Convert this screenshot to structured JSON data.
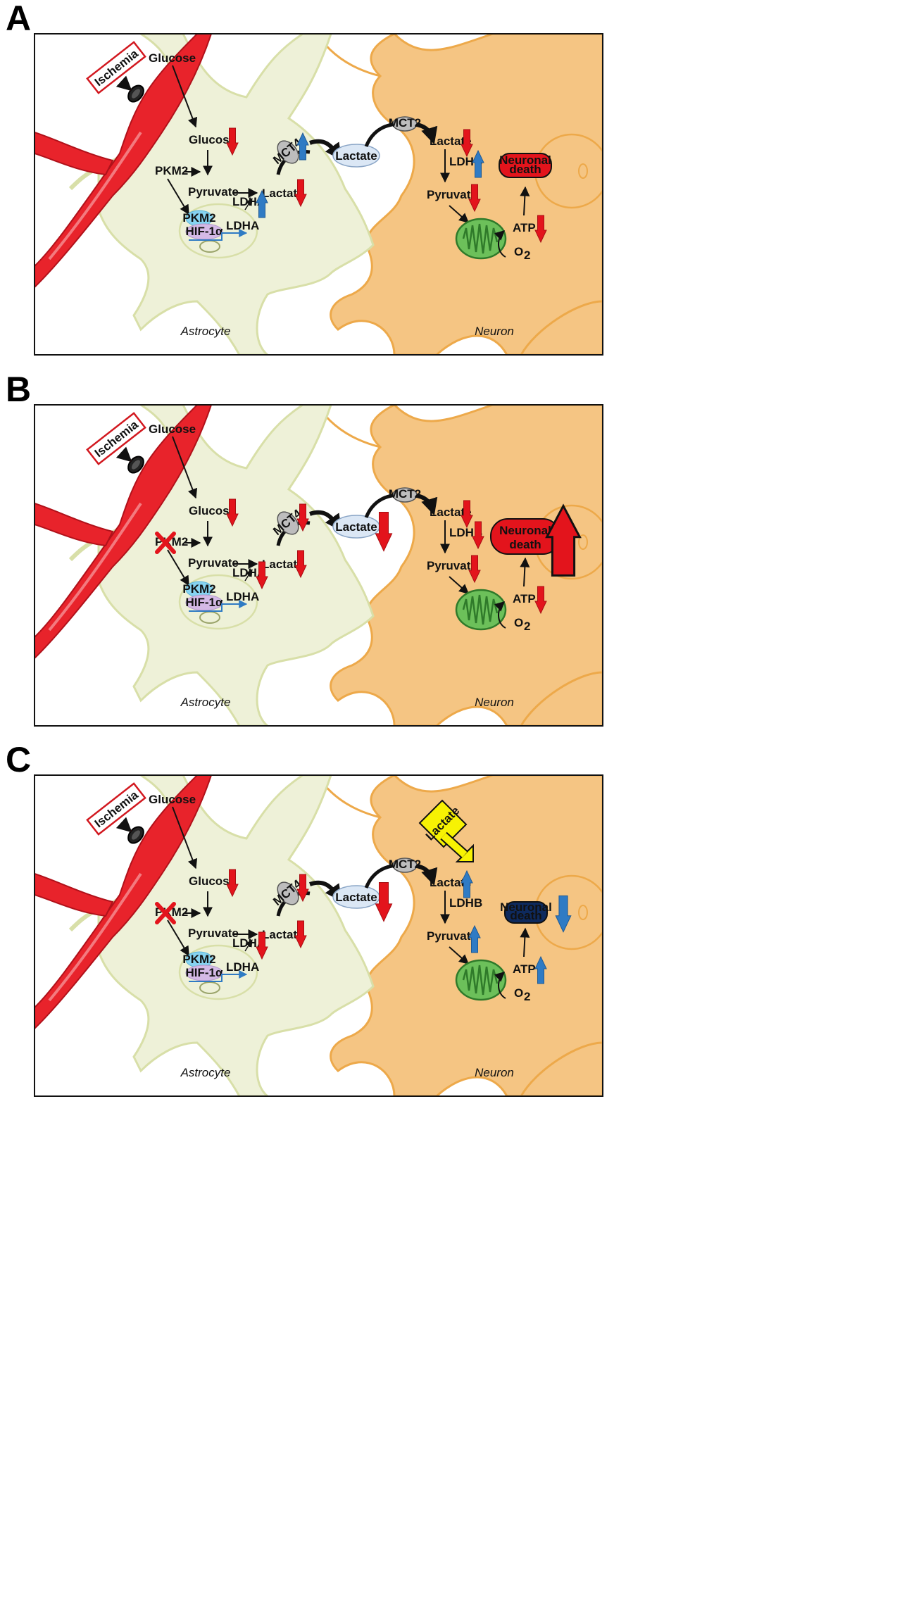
{
  "colors": {
    "vessel": "#e8232b",
    "astrocyte": "#eef1d8",
    "astrocyte_edge": "#d8dfa8",
    "neuron": "#f5c583",
    "neuron_edge": "#eda94a",
    "down_arrow": "#e3141c",
    "up_arrow": "#2f7bc4",
    "mito": "#6cc05a",
    "lactate_bubble": "#dbe7f5",
    "yellow": "#f7f203"
  },
  "panels": [
    {
      "letter": "A",
      "ischemia": "Ischemia",
      "glucose_top": "Glucose",
      "glucose": "Glucose",
      "pkm2": "PKM2",
      "pyruvate": "Pyruvate",
      "lactate": "Lactate",
      "ldha": "LDHA",
      "pkm2_small": "PKM2",
      "hif": "HIF-1α",
      "ldha_gene": "LDHA",
      "mct4": "MCT4",
      "lactate_ext": "Lactate",
      "mct2": "MCT2",
      "n_lactate": "Lactate",
      "ldhb": "LDHB",
      "n_pyruvate": "Pyruvate",
      "atp": "ATP",
      "o2": "O",
      "o2_sub": "2",
      "death_line1": "Neuronal",
      "death_line2": "death",
      "astrocyte": "Astrocyte",
      "neuron": "Neuron",
      "pkm2_blocked": false,
      "death_style": "small-red",
      "arrows": {
        "glucose": "down",
        "lactate": "down",
        "ldha": "up",
        "mct4": "up",
        "lactate_ext": "none",
        "n_lactate": "down",
        "ldhb": "up",
        "n_pyruvate": "down",
        "atp": "down",
        "death": "none"
      }
    },
    {
      "letter": "B",
      "ischemia": "Ischemia",
      "glucose_top": "Glucose",
      "glucose": "Glucose",
      "pkm2": "PKM2",
      "pyruvate": "Pyruvate",
      "lactate": "Lactate",
      "ldha": "LDHA",
      "pkm2_small": "PKM2",
      "hif": "HIF-1α",
      "ldha_gene": "LDHA",
      "mct4": "MCT4",
      "lactate_ext": "Lactate",
      "mct2": "MCT2",
      "n_lactate": "Lactate",
      "ldhb": "LDHB",
      "n_pyruvate": "Pyruvate",
      "atp": "ATP",
      "o2": "O",
      "o2_sub": "2",
      "death_line1": "Neuronal",
      "death_line2": "death",
      "astrocyte": "Astrocyte",
      "neuron": "Neuron",
      "pkm2_blocked": true,
      "death_style": "big-red",
      "arrows": {
        "glucose": "down",
        "lactate": "down",
        "ldha": "down",
        "mct4": "down",
        "lactate_ext": "down-big",
        "n_lactate": "down",
        "ldhb": "down",
        "n_pyruvate": "down",
        "atp": "down",
        "death": "up-big"
      }
    },
    {
      "letter": "C",
      "ischemia": "Ischemia",
      "glucose_top": "Glucose",
      "glucose": "Glucose",
      "pkm2": "PKM2",
      "pyruvate": "Pyruvate",
      "lactate": "Lactate",
      "ldha": "LDHA",
      "pkm2_small": "PKM2",
      "hif": "HIF-1α",
      "ldha_gene": "LDHA",
      "mct4": "MCT4",
      "lactate_ext": "Lactate",
      "mct2": "MCT2",
      "n_lactate": "Lactate",
      "ldhb": "LDHB",
      "n_pyruvate": "Pyruvate",
      "atp": "ATP",
      "o2": "O",
      "o2_sub": "2",
      "death_line1": "Neuronal",
      "death_line2": "death",
      "astrocyte": "Astrocyte",
      "neuron": "Neuron",
      "pkm2_blocked": true,
      "death_style": "small-navy",
      "yellow_lactate": "Lactate",
      "arrows": {
        "glucose": "down",
        "lactate": "down",
        "ldha": "down",
        "mct4": "down",
        "lactate_ext": "down-big",
        "n_lactate": "up",
        "ldhb": "none",
        "n_pyruvate": "up",
        "atp": "up",
        "death": "down-blue"
      }
    }
  ]
}
